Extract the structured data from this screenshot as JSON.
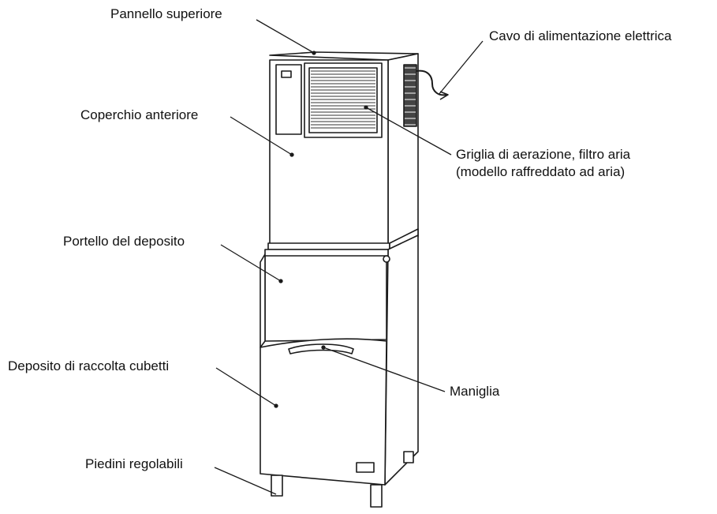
{
  "labels": {
    "top_panel": "Pannello superiore",
    "power_cord": "Cavo di alimentazione elettrica",
    "front_cover": "Coperchio anteriore",
    "air_grille_line1": "Griglia di aerazione, filtro aria",
    "air_grille_line2": "(modello raffreddato ad aria)",
    "bin_door": "Portello del deposito",
    "cube_bin": "Deposito di raccolta cubetti",
    "handle": "Maniglia",
    "adjustable_feet": "Piedini regolabili"
  },
  "colors": {
    "line": "#1a1a1a",
    "fill": "#ffffff",
    "grille": "#333333"
  }
}
